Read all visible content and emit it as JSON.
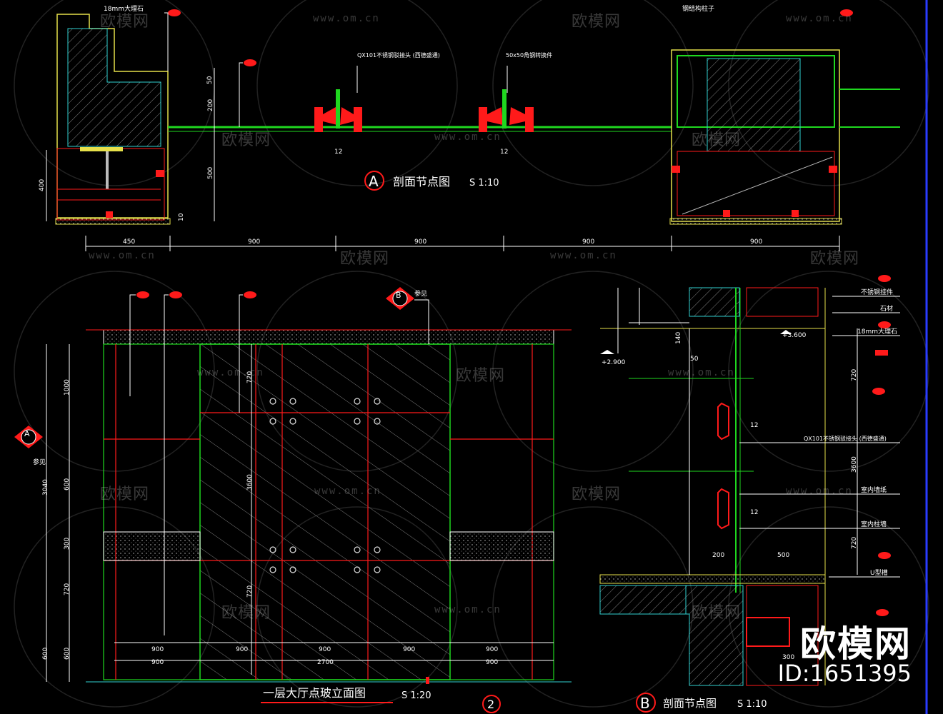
{
  "sheet": {
    "section_a_title": "剖面节点图",
    "section_a_scale": "S 1:10",
    "section_a_marker": "A",
    "section_b_title": "剖面节点图",
    "section_b_scale": "S 1:10",
    "section_b_marker": "B",
    "elevation_title": "一层大厅点玻立面图",
    "elevation_scale": "S 1:20",
    "elevation_marker": "2",
    "cut_marker_a": "A",
    "cut_marker_b": "B",
    "cut_ref_a": "参见",
    "cut_ref_b": "参见"
  },
  "section_a": {
    "labels": [
      "18mm大理石",
      "QX101不锈钢驳接头 (西德盛通)",
      "50x50角钢转换件",
      "钢结构柱子"
    ],
    "dims_bottom": [
      "450",
      "900",
      "900",
      "900",
      "900"
    ],
    "dims_left": [
      "400"
    ],
    "dims_vertical": [
      "50",
      "200",
      "500"
    ],
    "dim_small": [
      "12",
      "12",
      "10"
    ]
  },
  "elevation": {
    "dims_bottom_row1": [
      "900",
      "900",
      "900",
      "900",
      "900"
    ],
    "dims_bottom_row2": [
      "900",
      "2700",
      "900"
    ],
    "dims_left_outer": [
      "600",
      "3040"
    ],
    "dims_left_inner": [
      "1000",
      "600",
      "300",
      "720",
      "600"
    ],
    "dims_glass": [
      "720",
      "3600",
      "720"
    ]
  },
  "section_b": {
    "labels": [
      "不锈钢挂件",
      "石材",
      "18mm大理石",
      "QX101不锈钢驳接头 (西德盛通)",
      "室内墙纸",
      "室内柱墙",
      "U型槽"
    ],
    "levels": [
      "+3.600",
      "+2.900"
    ],
    "dims_vertical": [
      "720",
      "3600",
      "720"
    ],
    "dims_h": [
      "200",
      "500",
      "50",
      "12",
      "12"
    ],
    "dims_small": [
      "140",
      "300"
    ]
  },
  "watermarks": {
    "brand": "欧模网",
    "url": "www.om.cn",
    "corner_brand": "欧模网",
    "corner_id": "ID:1651395"
  },
  "colors": {
    "background": "#000000",
    "green": "#1fd81f",
    "red": "#ff1a1a",
    "white": "#ffffff",
    "yellow": "#e6e04a",
    "cyan": "#2fd0d0",
    "blue": "#2a3cff"
  }
}
